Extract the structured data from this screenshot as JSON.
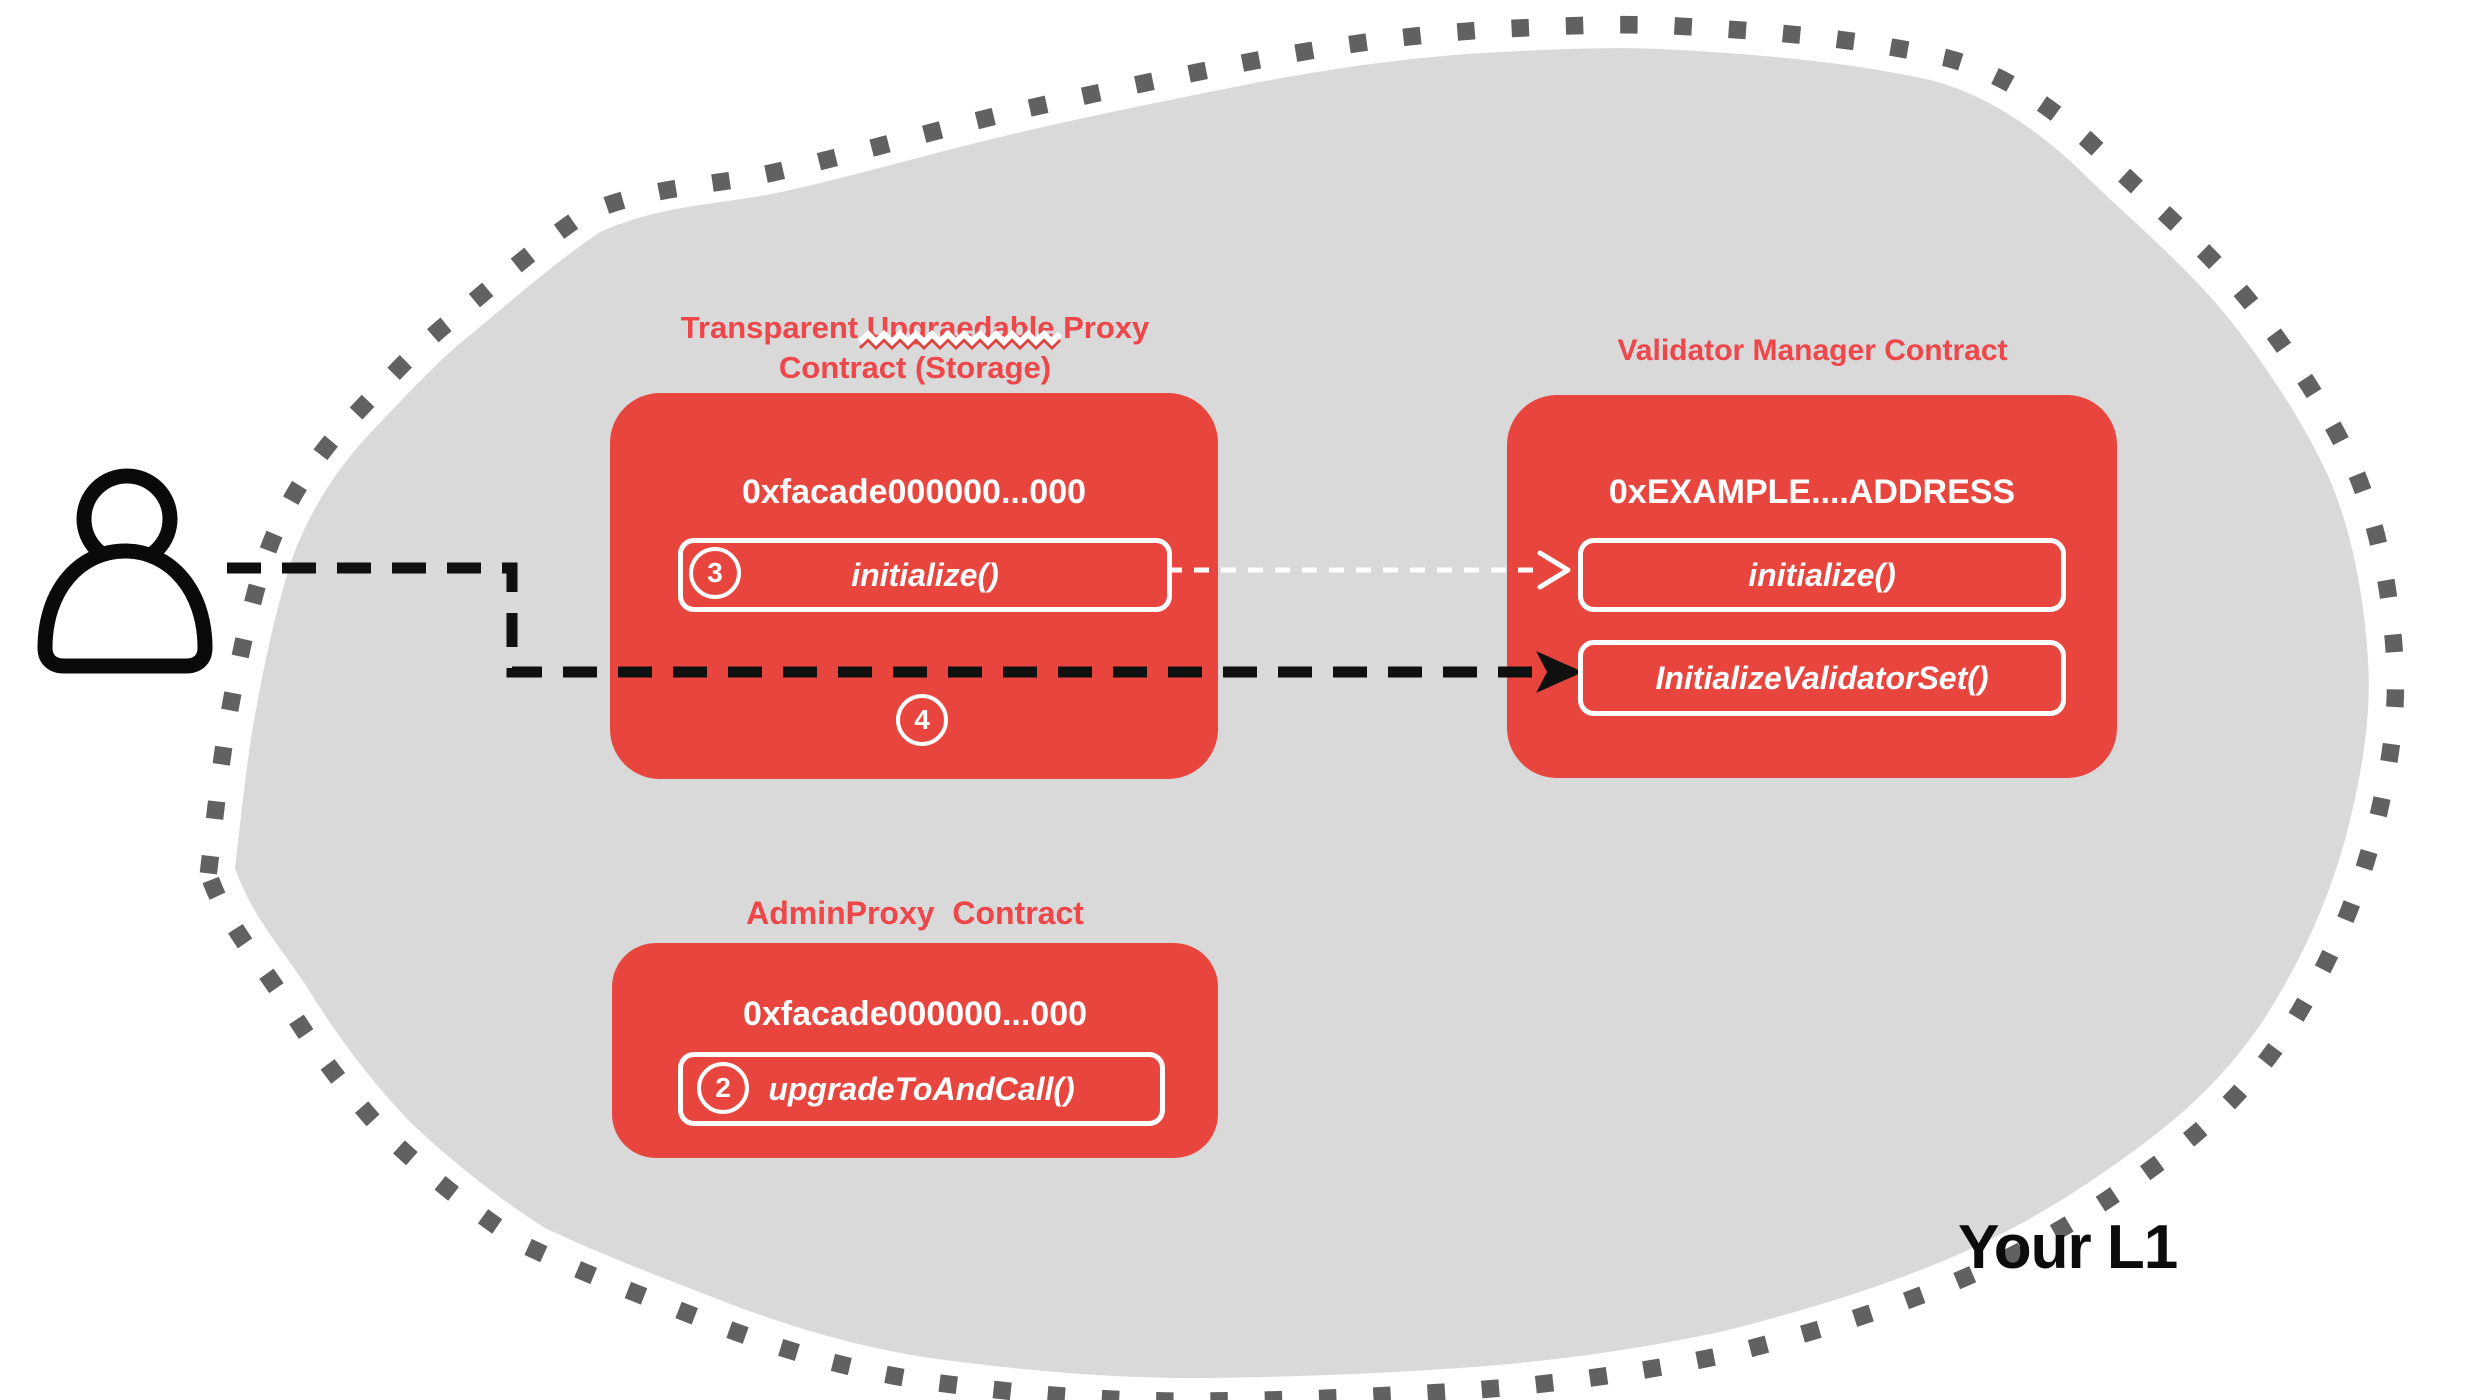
{
  "l1_label": "Your L1",
  "colors": {
    "box_red": "#e8453e",
    "title_red": "#ee4649",
    "blob_gray": "#d9d9d9",
    "dot_gray": "#616161",
    "line_black": "#101010",
    "white": "#ffffff"
  },
  "actor": {
    "icon": "person-icon"
  },
  "proxy_contract": {
    "title_line1": "Transparent Upgraedable Proxy",
    "title_line2": "Contract (Storage)",
    "misspelled_word": "Upgraedable",
    "address": "0xfacade000000...000",
    "function": "initialize()",
    "step_on_function": "3",
    "step_below": "4"
  },
  "validator_contract": {
    "title": "Validator Manager Contract",
    "address": "0xEXAMPLE....ADDRESS",
    "functions": [
      "initialize()",
      "InitializeValidatorSet()"
    ]
  },
  "admin_contract": {
    "title": "AdminProxy  Contract",
    "address": "0xfacade000000...000",
    "function": "upgradeToAndCall()",
    "step": "2"
  }
}
